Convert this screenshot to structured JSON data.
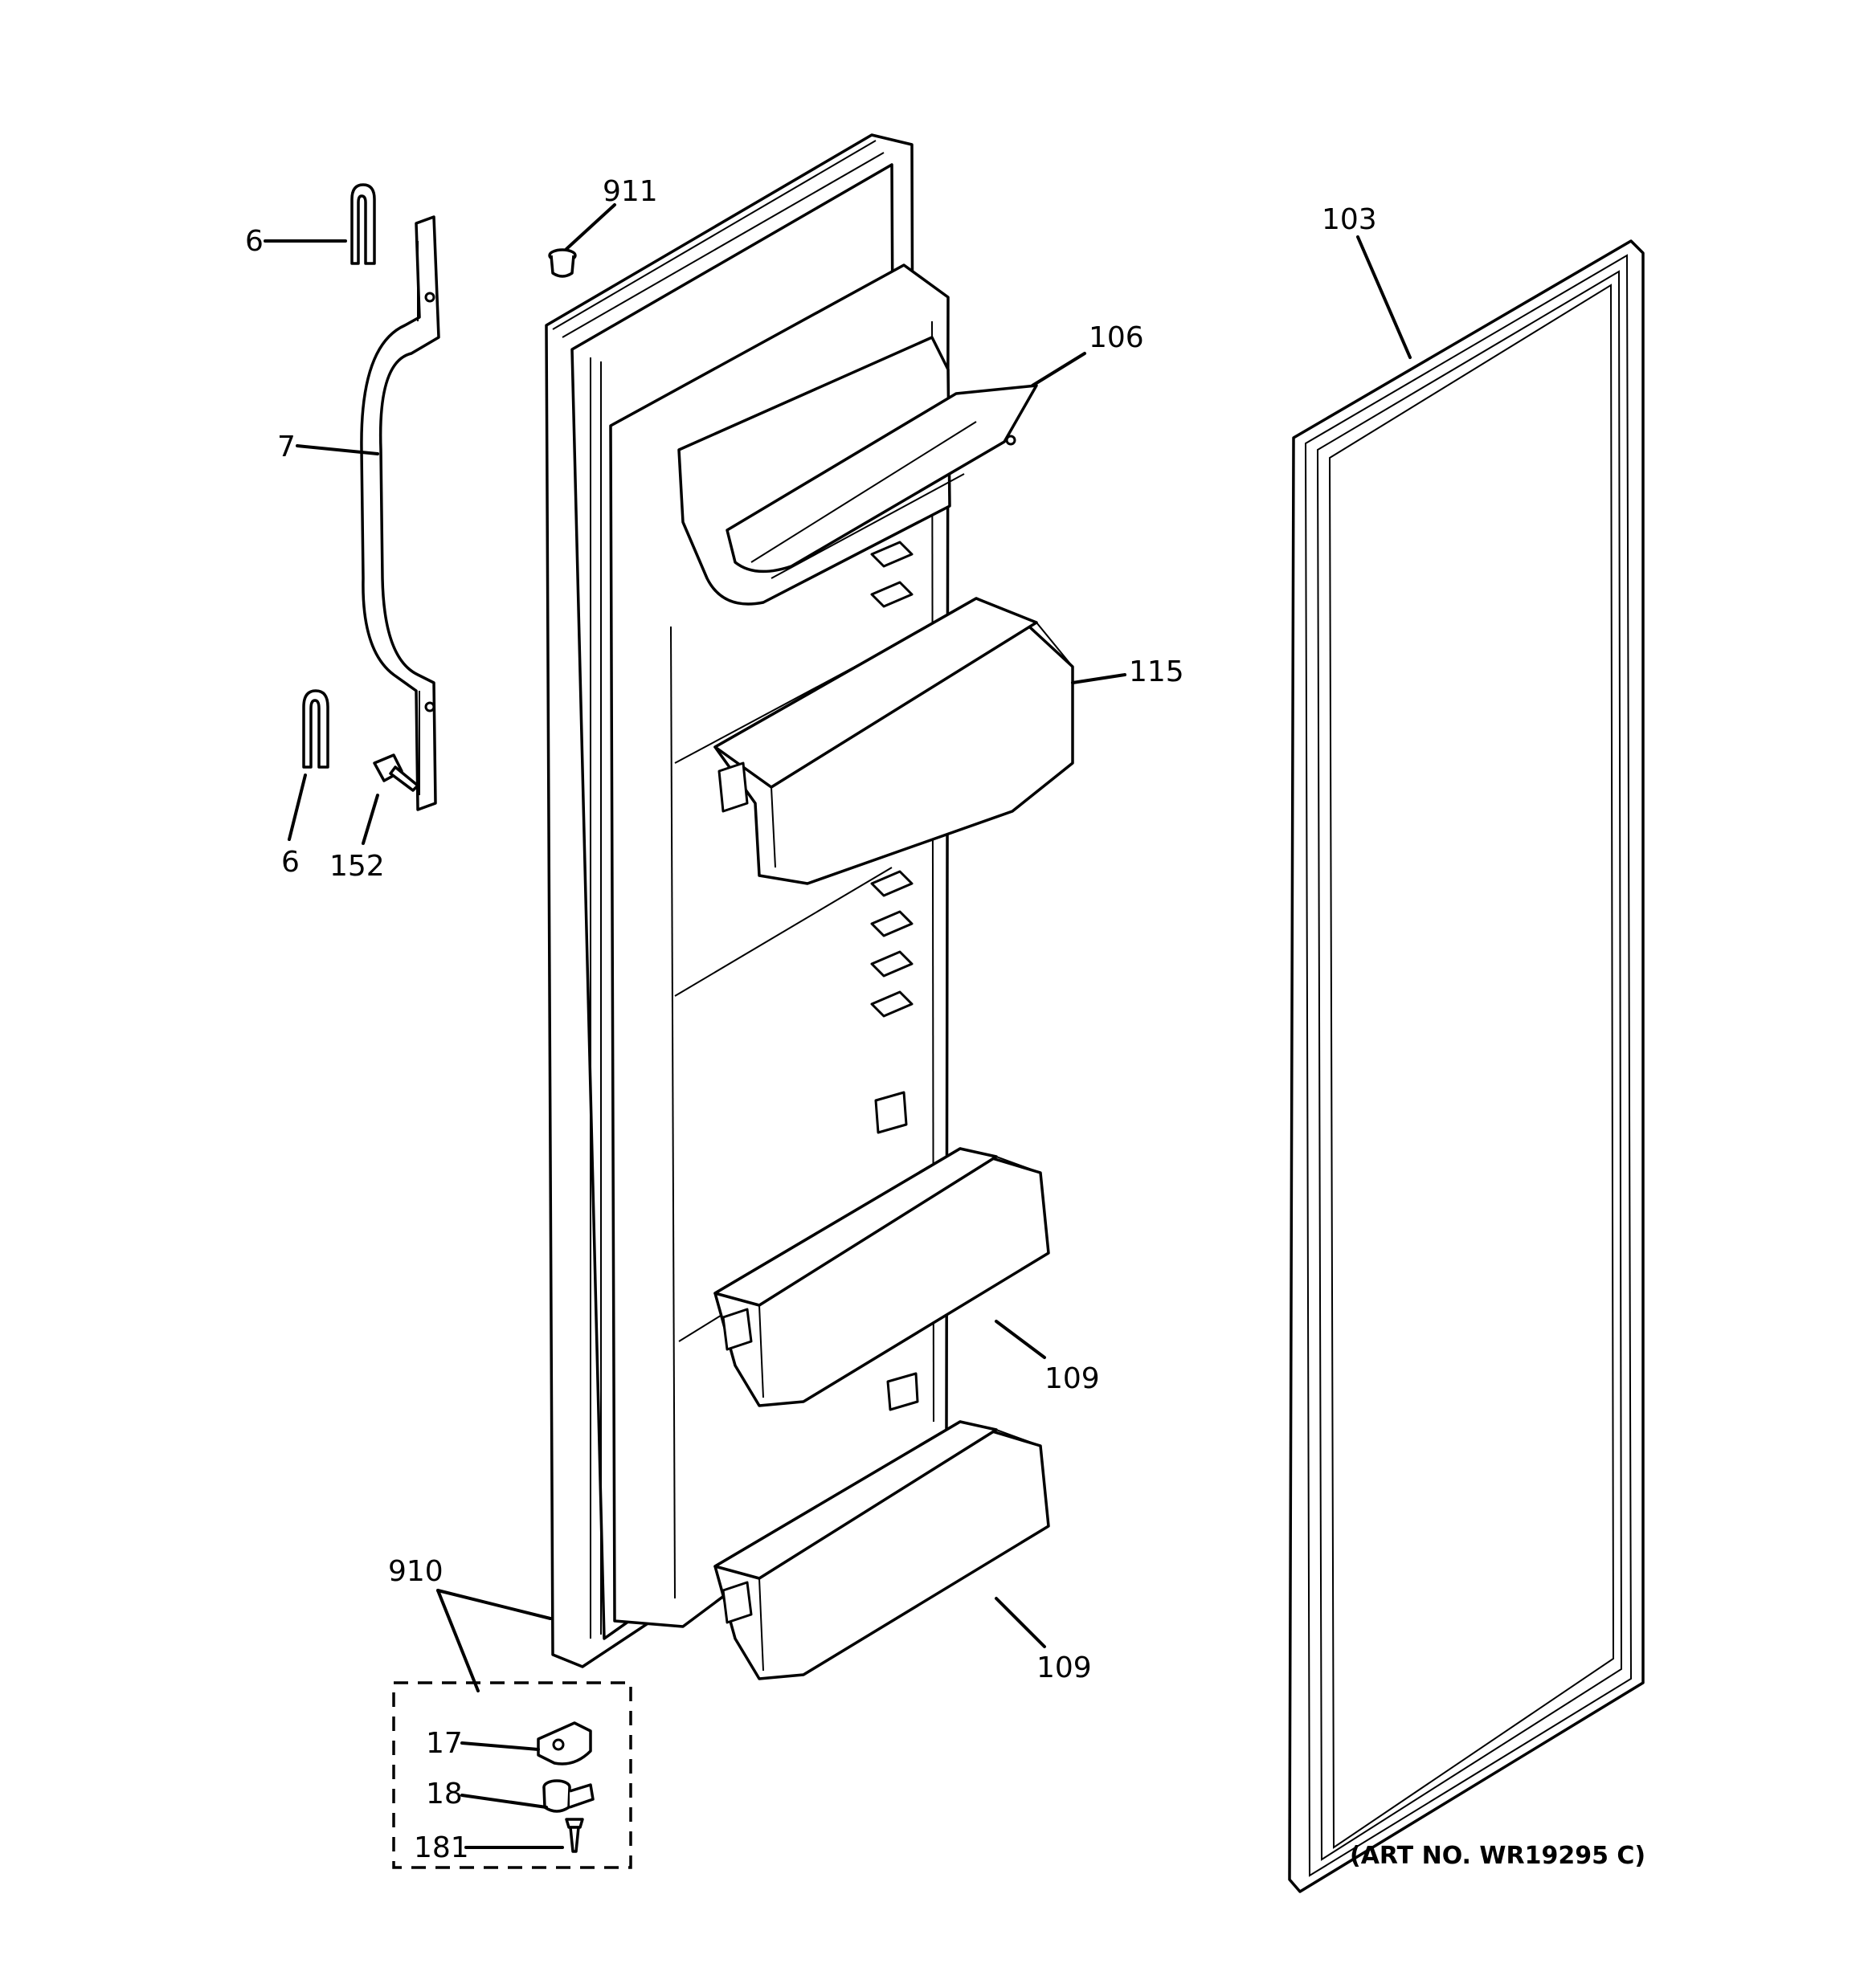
{
  "diagram": {
    "art_number": "(ART NO. WR19295 C)",
    "callouts": [
      {
        "id": "c6a",
        "text": "6"
      },
      {
        "id": "c7",
        "text": "7"
      },
      {
        "id": "c6b",
        "text": "6"
      },
      {
        "id": "c152",
        "text": "152"
      },
      {
        "id": "c911",
        "text": "911"
      },
      {
        "id": "c106",
        "text": "106"
      },
      {
        "id": "c115",
        "text": "115"
      },
      {
        "id": "c103",
        "text": "103"
      },
      {
        "id": "c109a",
        "text": "109"
      },
      {
        "id": "c109b",
        "text": "109"
      },
      {
        "id": "c910",
        "text": "910"
      },
      {
        "id": "c17",
        "text": "17"
      },
      {
        "id": "c18",
        "text": "18"
      },
      {
        "id": "c181",
        "text": "181"
      }
    ]
  }
}
